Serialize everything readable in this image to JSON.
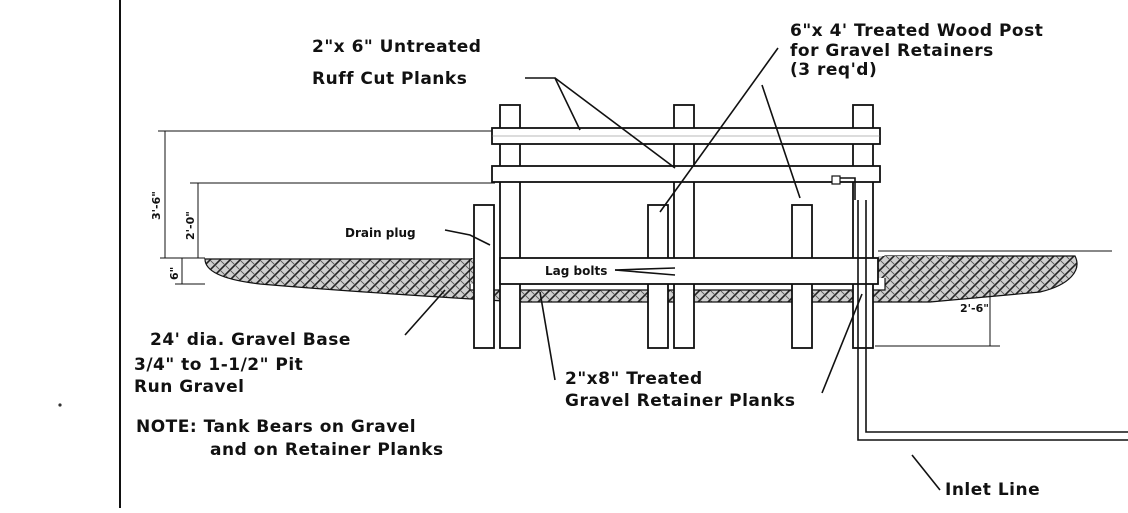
{
  "labels": {
    "ruff_cut_1": "2\"x 6\" Untreated",
    "ruff_cut_2": "Ruff Cut Planks",
    "post_1": "6\"x 4' Treated Wood Post",
    "post_2": "for Gravel Retainers",
    "post_3": "(3 req'd)",
    "drain_plug": "Drain plug",
    "lag_bolts": "Lag bolts",
    "gravel_1": "24' dia. Gravel Base",
    "gravel_2": "3/4\" to 1-1/2\" Pit",
    "gravel_3": "Run Gravel",
    "retainer_1": "2\"x8\" Treated",
    "retainer_2": "Gravel Retainer Planks",
    "note_1": "NOTE: Tank Bears on Gravel",
    "note_2": "and on Retainer Planks",
    "inlet": "Inlet Line"
  },
  "dimensions": {
    "height_total": "3'-6\"",
    "height_upper": "2'-0\"",
    "height_base": "6\"",
    "depth": "2'-6\""
  }
}
